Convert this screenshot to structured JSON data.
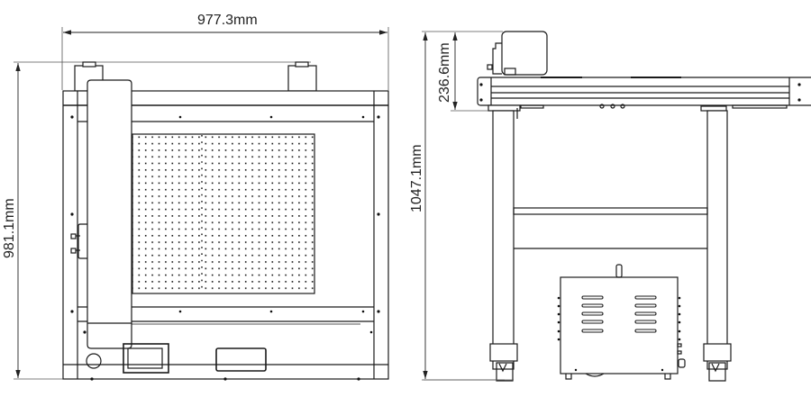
{
  "drawing": {
    "front_view": {
      "width_label": "977.3mm",
      "height_label": "981.1mm"
    },
    "side_view": {
      "height_label": "1047.1mm",
      "head_height_label": "236.6mm"
    }
  },
  "colors": {
    "line": "#1a1a1a",
    "dim_line": "#333333",
    "background": "#ffffff"
  }
}
